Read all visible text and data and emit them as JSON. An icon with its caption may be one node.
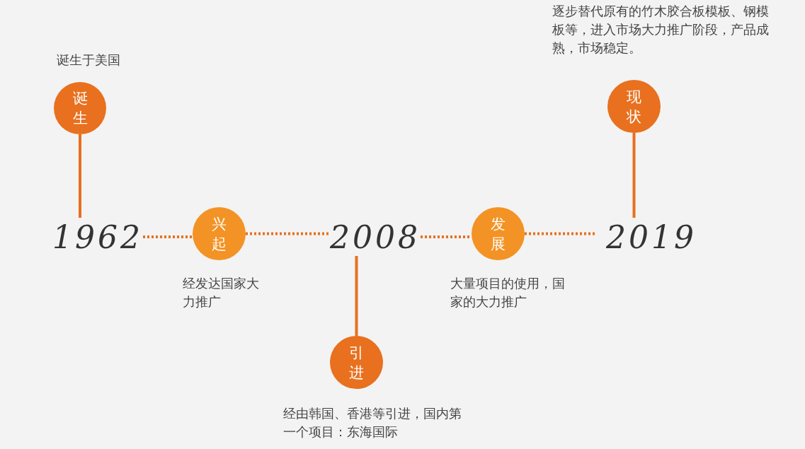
{
  "diagram": {
    "nodes": [
      {
        "text": [
          "诞生"
        ],
        "beside": [
          "诞生于美国"
        ]
      },
      {
        "text": [
          "1962"
        ]
      },
      {
        "text": [
          "兴起"
        ],
        "beside": [
          "经发达国家大力推广"
        ]
      },
      {
        "text": [
          "2008"
        ]
      },
      {
        "text": [
          "引进"
        ],
        "beside": [
          "经由韩国、香港等引进，国内第一个项目：东海国际"
        ]
      },
      {
        "text": [
          "发展"
        ],
        "beside": [
          "大量项目的使用，国家的大力推广"
        ]
      },
      {
        "text": [
          "现状"
        ],
        "beside": [
          "逐步替代原有的竹木胶合板模板、钢模板等，进入市场大力推广阶段，产品成熟，市场稳定。"
        ]
      },
      {
        "text": [
          "2019"
        ]
      }
    ],
    "edges": [
      {
        "from": 1,
        "to": 0,
        "arrow": "other"
      },
      {
        "from": 1,
        "to": 2,
        "arrow": "none",
        "style": "dashed"
      },
      {
        "from": 2,
        "to": 3,
        "arrow": "none",
        "style": "dashed"
      },
      {
        "from": 3,
        "to": 4,
        "arrow": "other"
      },
      {
        "from": 3,
        "to": 5,
        "arrow": "none",
        "style": "dashed"
      },
      {
        "from": 5,
        "to": 7,
        "arrow": "none",
        "style": "dashed"
      },
      {
        "from": 7,
        "to": 6,
        "arrow": "other"
      }
    ]
  }
}
